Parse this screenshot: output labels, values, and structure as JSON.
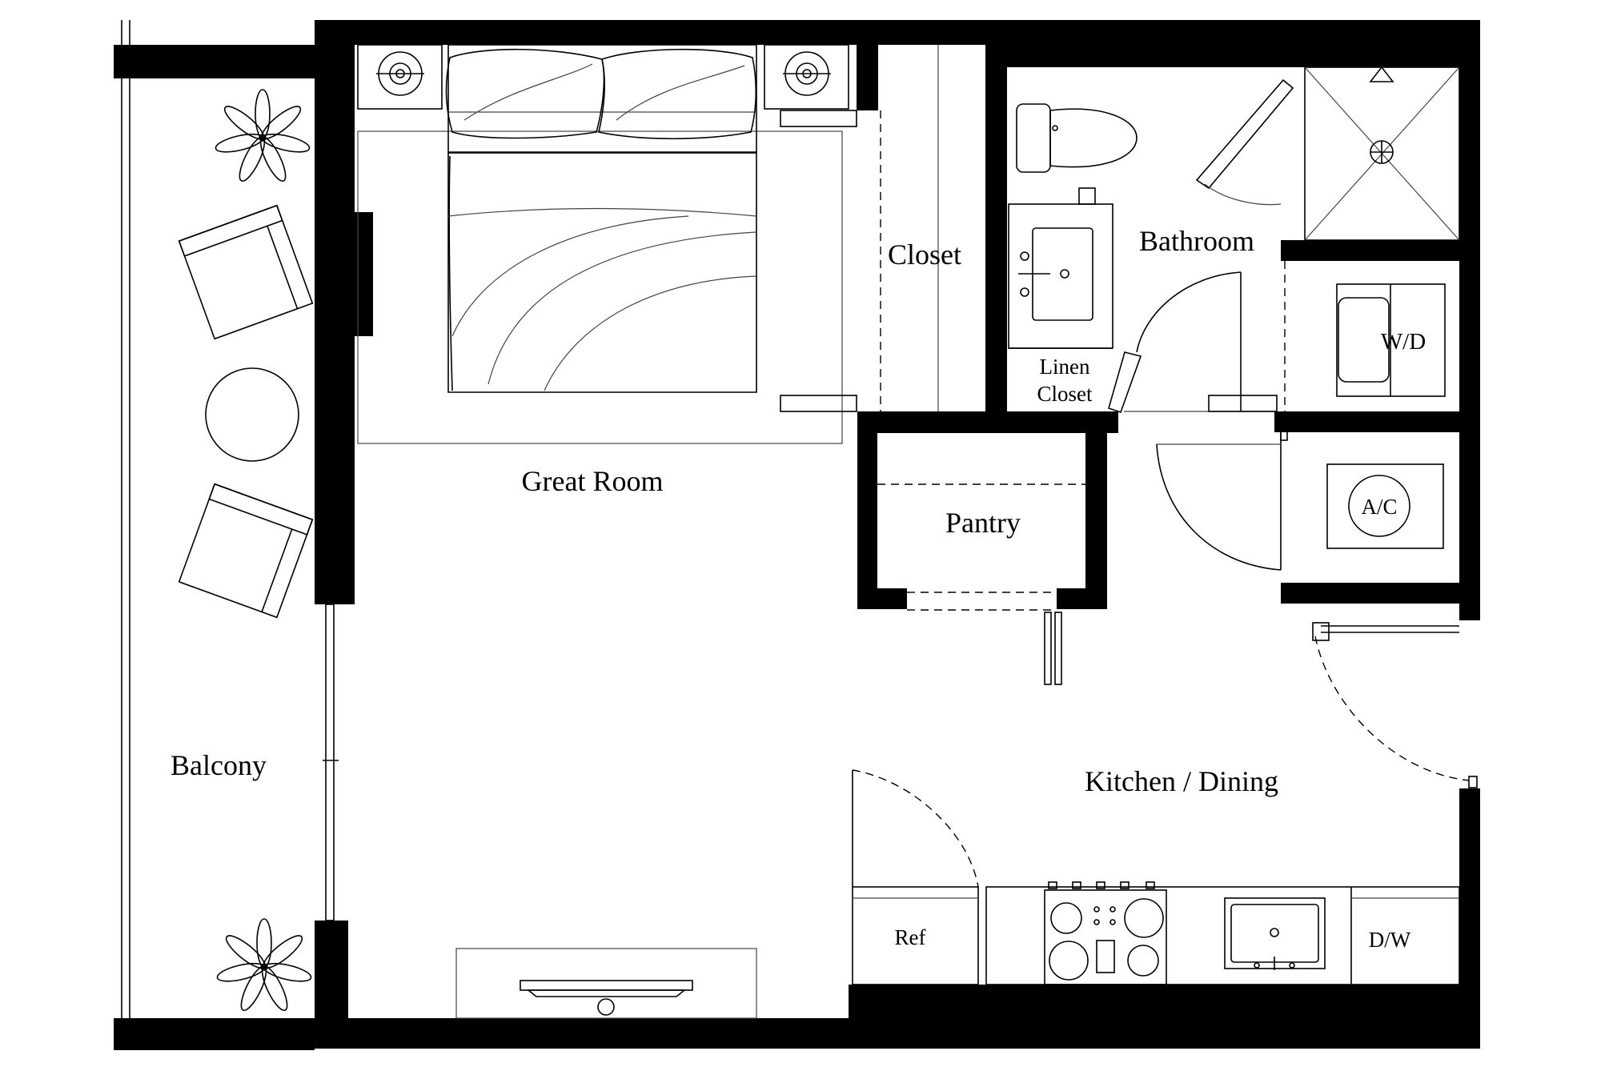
{
  "rooms": {
    "great_room": "Great Room",
    "closet": "Closet",
    "bathroom": "Bathroom",
    "wd": "W/D",
    "linen_line1": "Linen",
    "linen_line2": "Closet",
    "pantry": "Pantry",
    "ac": "A/C",
    "balcony": "Balcony",
    "kitchen_dining": "Kitchen / Dining",
    "ref": "Ref",
    "dw": "D/W"
  },
  "colors": {
    "wall": "#000000",
    "line": "#000000",
    "background": "#ffffff"
  }
}
